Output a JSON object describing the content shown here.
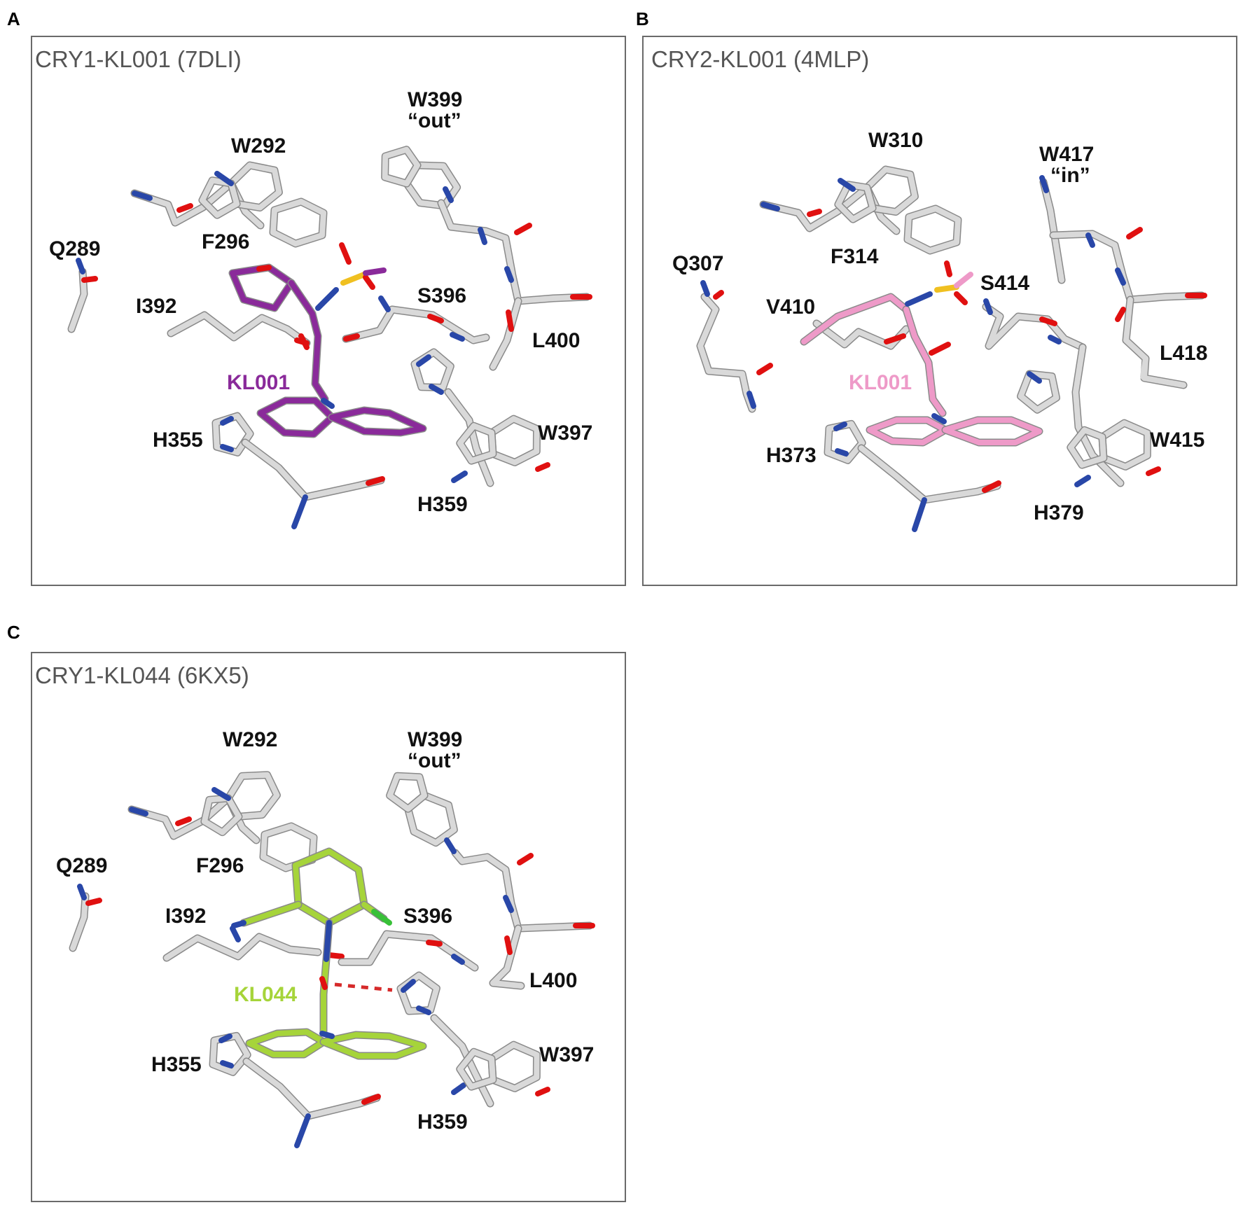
{
  "colors": {
    "carbon": "#d9d9d9",
    "nitrogen": "#2947a8",
    "oxygen": "#e01010",
    "sulfur": "#f0c020",
    "chlorine": "#38c038",
    "kl001_cry1": "#8a2a9a",
    "kl001_cry2": "#ee9ac8",
    "kl044": "#a6d43a",
    "hbond": "#d62a2a"
  },
  "panels": [
    {
      "letter": "A",
      "title": "CRY1-KL001 (7DLI)",
      "ligand_label": "KL001",
      "residues": [
        {
          "id": "w292",
          "label": "W292"
        },
        {
          "id": "w399",
          "label": "W399",
          "note": "“out”"
        },
        {
          "id": "q289",
          "label": "Q289"
        },
        {
          "id": "f296",
          "label": "F296"
        },
        {
          "id": "i392",
          "label": "I392"
        },
        {
          "id": "s396",
          "label": "S396"
        },
        {
          "id": "l400",
          "label": "L400"
        },
        {
          "id": "h355",
          "label": "H355"
        },
        {
          "id": "w397",
          "label": "W397"
        },
        {
          "id": "h359",
          "label": "H359"
        }
      ]
    },
    {
      "letter": "B",
      "title": "CRY2-KL001 (4MLP)",
      "ligand_label": "KL001",
      "residues": [
        {
          "id": "w310",
          "label": "W310"
        },
        {
          "id": "w417",
          "label": "W417",
          "note": "“in”"
        },
        {
          "id": "q307",
          "label": "Q307"
        },
        {
          "id": "f314",
          "label": "F314"
        },
        {
          "id": "s414",
          "label": "S414"
        },
        {
          "id": "v410",
          "label": "V410"
        },
        {
          "id": "l418",
          "label": "L418"
        },
        {
          "id": "h373",
          "label": "H373"
        },
        {
          "id": "w415",
          "label": "W415"
        },
        {
          "id": "h379",
          "label": "H379"
        }
      ]
    },
    {
      "letter": "C",
      "title": "CRY1-KL044 (6KX5)",
      "ligand_label": "KL044",
      "residues": [
        {
          "id": "w292",
          "label": "W292"
        },
        {
          "id": "w399",
          "label": "W399",
          "note": "“out”"
        },
        {
          "id": "q289",
          "label": "Q289"
        },
        {
          "id": "f296",
          "label": "F296"
        },
        {
          "id": "i392",
          "label": "I392"
        },
        {
          "id": "s396",
          "label": "S396"
        },
        {
          "id": "l400",
          "label": "L400"
        },
        {
          "id": "h355",
          "label": "H355"
        },
        {
          "id": "w397",
          "label": "W397"
        },
        {
          "id": "h359",
          "label": "H359"
        }
      ]
    }
  ]
}
